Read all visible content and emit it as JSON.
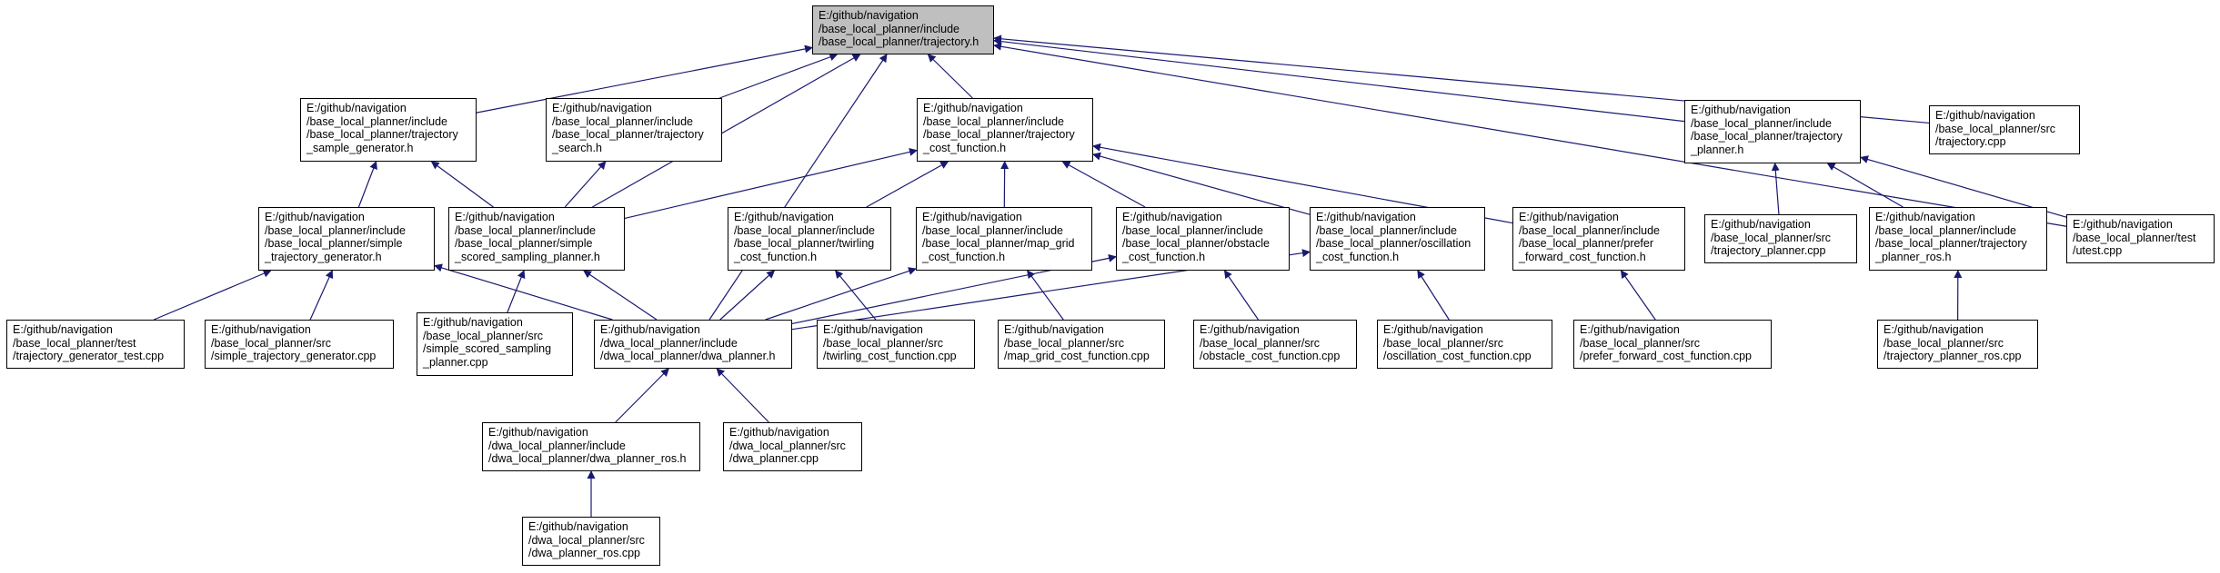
{
  "colors": {
    "edge": "#191970",
    "root_fill": "#bfbfbf",
    "node_fill": "#ffffff",
    "border": "#000000"
  },
  "nodes": [
    {
      "id": "n_root",
      "root": true,
      "label": "E:/github/navigation\n/base_local_planner/include\n/base_local_planner/trajectory.h"
    },
    {
      "id": "n_tsg_h",
      "label": "E:/github/navigation\n/base_local_planner/include\n/base_local_planner/trajectory\n_sample_generator.h"
    },
    {
      "id": "n_ts_h",
      "label": "E:/github/navigation\n/base_local_planner/include\n/base_local_planner/trajectory\n_search.h"
    },
    {
      "id": "n_tcf_h",
      "label": "E:/github/navigation\n/base_local_planner/include\n/base_local_planner/trajectory\n_cost_function.h"
    },
    {
      "id": "n_tp_h",
      "label": "E:/github/navigation\n/base_local_planner/include\n/base_local_planner/trajectory\n_planner.h"
    },
    {
      "id": "n_traj_cpp",
      "label": "E:/github/navigation\n/base_local_planner/src\n/trajectory.cpp"
    },
    {
      "id": "n_stg_h",
      "label": "E:/github/navigation\n/base_local_planner/include\n/base_local_planner/simple\n_trajectory_generator.h"
    },
    {
      "id": "n_ssp_h",
      "label": "E:/github/navigation\n/base_local_planner/include\n/base_local_planner/simple\n_scored_sampling_planner.h"
    },
    {
      "id": "n_twcf_h",
      "label": "E:/github/navigation\n/base_local_planner/include\n/base_local_planner/twirling\n_cost_function.h"
    },
    {
      "id": "n_mgcf_h",
      "label": "E:/github/navigation\n/base_local_planner/include\n/base_local_planner/map_grid\n_cost_function.h"
    },
    {
      "id": "n_obcf_h",
      "label": "E:/github/navigation\n/base_local_planner/include\n/base_local_planner/obstacle\n_cost_function.h"
    },
    {
      "id": "n_oscf_h",
      "label": "E:/github/navigation\n/base_local_planner/include\n/base_local_planner/oscillation\n_cost_function.h"
    },
    {
      "id": "n_pfcf_h",
      "label": "E:/github/navigation\n/base_local_planner/include\n/base_local_planner/prefer\n_forward_cost_function.h"
    },
    {
      "id": "n_tp_cpp",
      "label": "E:/github/navigation\n/base_local_planner/src\n/trajectory_planner.cpp"
    },
    {
      "id": "n_tpr_h",
      "label": "E:/github/navigation\n/base_local_planner/include\n/base_local_planner/trajectory\n_planner_ros.h"
    },
    {
      "id": "n_utest",
      "label": "E:/github/navigation\n/base_local_planner/test\n/utest.cpp"
    },
    {
      "id": "n_tgt_cpp",
      "label": "E:/github/navigation\n/base_local_planner/test\n/trajectory_generator_test.cpp"
    },
    {
      "id": "n_stg_cpp",
      "label": "E:/github/navigation\n/base_local_planner/src\n/simple_trajectory_generator.cpp"
    },
    {
      "id": "n_ssp_cpp",
      "label": "E:/github/navigation\n/base_local_planner/src\n/simple_scored_sampling\n_planner.cpp"
    },
    {
      "id": "n_dwap_h",
      "label": "E:/github/navigation\n/dwa_local_planner/include\n/dwa_local_planner/dwa_planner.h"
    },
    {
      "id": "n_twcf_cpp",
      "label": "E:/github/navigation\n/base_local_planner/src\n/twirling_cost_function.cpp"
    },
    {
      "id": "n_mgcf_cpp",
      "label": "E:/github/navigation\n/base_local_planner/src\n/map_grid_cost_function.cpp"
    },
    {
      "id": "n_obcf_cpp",
      "label": "E:/github/navigation\n/base_local_planner/src\n/obstacle_cost_function.cpp"
    },
    {
      "id": "n_oscf_cpp",
      "label": "E:/github/navigation\n/base_local_planner/src\n/oscillation_cost_function.cpp"
    },
    {
      "id": "n_pfcf_cpp",
      "label": "E:/github/navigation\n/base_local_planner/src\n/prefer_forward_cost_function.cpp"
    },
    {
      "id": "n_tpr_cpp",
      "label": "E:/github/navigation\n/base_local_planner/src\n/trajectory_planner_ros.cpp"
    },
    {
      "id": "n_dwapr_h",
      "label": "E:/github/navigation\n/dwa_local_planner/include\n/dwa_local_planner/dwa_planner_ros.h"
    },
    {
      "id": "n_dwap_cpp",
      "label": "E:/github/navigation\n/dwa_local_planner/src\n/dwa_planner.cpp"
    },
    {
      "id": "n_dwapr_cpp",
      "label": "E:/github/navigation\n/dwa_local_planner/src\n/dwa_planner_ros.cpp"
    }
  ],
  "edges": [
    [
      "n_tsg_h",
      "n_root"
    ],
    [
      "n_ts_h",
      "n_root"
    ],
    [
      "n_tcf_h",
      "n_root"
    ],
    [
      "n_tp_h",
      "n_root"
    ],
    [
      "n_traj_cpp",
      "n_root"
    ],
    [
      "n_ssp_h",
      "n_root"
    ],
    [
      "n_dwap_h",
      "n_root"
    ],
    [
      "n_utest",
      "n_root"
    ],
    [
      "n_stg_h",
      "n_tsg_h"
    ],
    [
      "n_ssp_h",
      "n_tsg_h"
    ],
    [
      "n_ssp_h",
      "n_ts_h"
    ],
    [
      "n_ssp_h",
      "n_tcf_h"
    ],
    [
      "n_twcf_h",
      "n_tcf_h"
    ],
    [
      "n_mgcf_h",
      "n_tcf_h"
    ],
    [
      "n_obcf_h",
      "n_tcf_h"
    ],
    [
      "n_oscf_h",
      "n_tcf_h"
    ],
    [
      "n_pfcf_h",
      "n_tcf_h"
    ],
    [
      "n_tp_cpp",
      "n_tp_h"
    ],
    [
      "n_tpr_h",
      "n_tp_h"
    ],
    [
      "n_utest",
      "n_tp_h"
    ],
    [
      "n_tgt_cpp",
      "n_stg_h"
    ],
    [
      "n_stg_cpp",
      "n_stg_h"
    ],
    [
      "n_dwap_h",
      "n_stg_h"
    ],
    [
      "n_ssp_cpp",
      "n_ssp_h"
    ],
    [
      "n_dwap_h",
      "n_ssp_h"
    ],
    [
      "n_dwap_h",
      "n_twcf_h"
    ],
    [
      "n_twcf_cpp",
      "n_twcf_h"
    ],
    [
      "n_dwap_h",
      "n_mgcf_h"
    ],
    [
      "n_mgcf_cpp",
      "n_mgcf_h"
    ],
    [
      "n_dwap_h",
      "n_obcf_h"
    ],
    [
      "n_obcf_cpp",
      "n_obcf_h"
    ],
    [
      "n_dwap_h",
      "n_oscf_h"
    ],
    [
      "n_oscf_cpp",
      "n_oscf_h"
    ],
    [
      "n_pfcf_cpp",
      "n_pfcf_h"
    ],
    [
      "n_tpr_cpp",
      "n_tpr_h"
    ],
    [
      "n_dwapr_h",
      "n_dwap_h"
    ],
    [
      "n_dwap_cpp",
      "n_dwap_h"
    ],
    [
      "n_dwapr_cpp",
      "n_dwapr_h"
    ]
  ]
}
